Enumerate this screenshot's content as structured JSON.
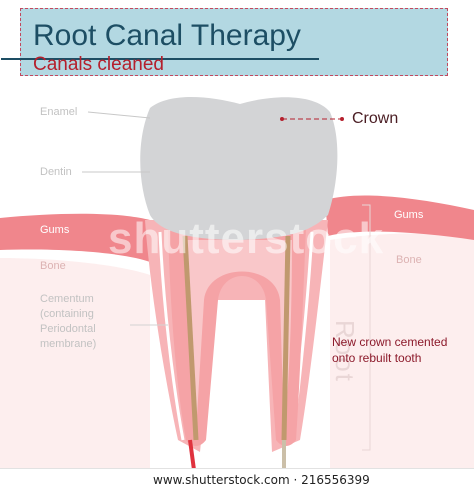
{
  "header": {
    "title": "Root Canal Therapy",
    "subtitle": "Canals cleaned"
  },
  "labels": {
    "enamel": "Enamel",
    "dentin": "Dentin",
    "crown": "Crown",
    "gums_left": "Gums",
    "gums_right": "Gums",
    "bone_left": "Bone",
    "bone_right": "Bone",
    "cementum": "Cementum\n(containing\nPeriodontal\nmembrane)",
    "root": "Root",
    "note": "New crown cemented\nonto rebuilt tooth"
  },
  "watermark": "shutterstock",
  "footer": "www.shutterstock.com · 216556399",
  "colors": {
    "header_bg": "#b3d8e2",
    "title": "#1d4e64",
    "subtitle": "#b5202d",
    "gum": "#f0868c",
    "bone": "#fdeeee",
    "crown": "#d3d4d6",
    "root": "#f5a3a6",
    "canal_fill": "#c0996e",
    "note": "#8c1a2b"
  }
}
